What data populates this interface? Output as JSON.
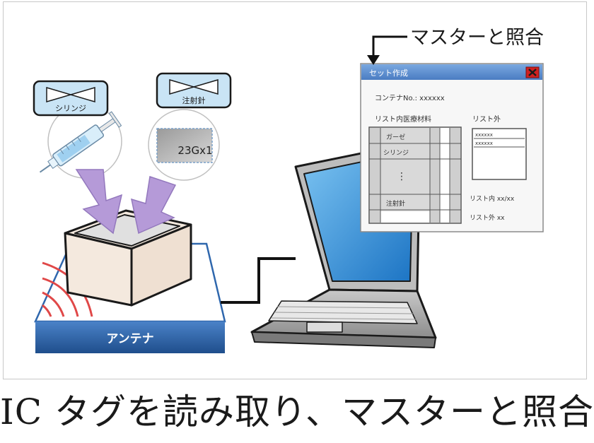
{
  "caption": "IC タグを読み取り、マスターと照合",
  "callout": "マスターと照合",
  "antenna_label": "アンテナ",
  "tags": {
    "syringe": "シリンジ",
    "needle": "注射針"
  },
  "needle_package_label": "23Gx1",
  "dialog": {
    "title": "セット作成",
    "container_no": "コンテナNo.: xxxxxx",
    "in_list_header": "リスト内医療材料",
    "out_list_header": "リスト外",
    "in_list_items": [
      "ガーゼ",
      "シリンジ",
      "⋮",
      "注射針"
    ],
    "out_list_items": [
      "xxxxxx",
      "xxxxxx"
    ],
    "count_in": "リスト内 xx/xx",
    "count_out": "リスト外 xx"
  },
  "colors": {
    "antenna_blue": "#2f67ad",
    "tag_blue": "#c9e4f5",
    "arrow_purple": "#b59ad8",
    "box_face": "#f4e9de",
    "screen_blue": "#3a94d8",
    "dialog_title": "#5b8ed0",
    "signal_red": "#e04848",
    "close_red": "#d02020"
  },
  "icons": {
    "bowtie": "bowtie-icon",
    "close": "close-icon"
  }
}
